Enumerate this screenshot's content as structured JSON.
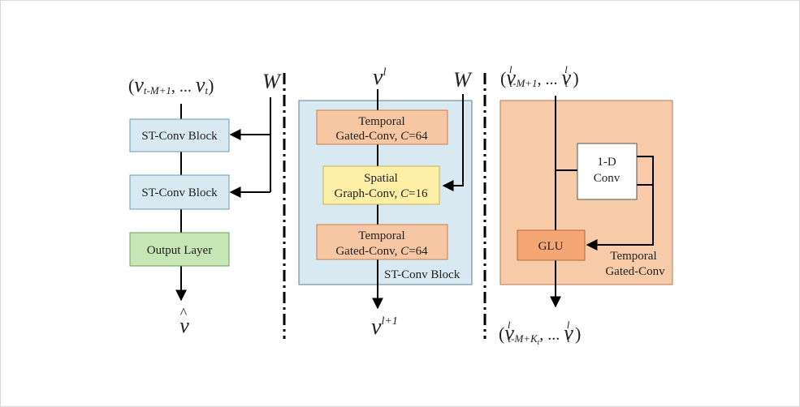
{
  "colors": {
    "stconv_fill": "#d8e9f1",
    "output_fill": "#c7e6b5",
    "temporal_fill": "#f7c6a3",
    "spatial_fill": "#fdefa6",
    "glu_fill": "#f5a675",
    "conv_fill": "#ffffff",
    "panel_blue": "#d8e9f1",
    "panel_orange": "#f8cba8",
    "line": "#000000"
  },
  "left": {
    "input_open": "(",
    "input_v1": "v",
    "input_sub1": "t-M+1",
    "input_mid": ", ... ",
    "input_v2": "v",
    "input_sub2": "t",
    "input_close": ")",
    "weight": "W",
    "block1": "ST-Conv Block",
    "block2": "ST-Conv Block",
    "output_layer": "Output Layer",
    "output_v": "v",
    "output_hat": "^"
  },
  "middle": {
    "in_v": "v",
    "in_sup": "l",
    "weight": "W",
    "temporal1_line1": "Temporal",
    "temporal1_line2_pre": "Gated-Conv, ",
    "temporal1_c": "C",
    "temporal1_val": "=64",
    "spatial_line1": "Spatial",
    "spatial_line2_pre": "Graph-Conv, ",
    "spatial_c": "C",
    "spatial_val": "=16",
    "temporal2_line1": "Temporal",
    "temporal2_line2_pre": "Gated-Conv, ",
    "temporal2_c": "C",
    "temporal2_val": "=64",
    "panel_label": "ST-Conv Block",
    "out_v": "v",
    "out_sup": "l+1"
  },
  "right": {
    "in_open": "(",
    "in_v1": "v",
    "in_sup1": "l",
    "in_sub1": "t-M+1",
    "in_mid": ", ... ",
    "in_v2": "v",
    "in_sup2": "l",
    "in_sub2": "t",
    "in_close": ")",
    "conv_line1": "1-D",
    "conv_line2": "Conv",
    "glu": "GLU",
    "panel_label_line1": "Temporal",
    "panel_label_line2": "Gated-Conv",
    "out_open": "(",
    "out_v1": "v",
    "out_sup1": "l",
    "out_sub1": "t-M+K",
    "out_sub1_sub": "t",
    "out_mid": ", ... ",
    "out_v2": "v",
    "out_sup2": "l",
    "out_sub2": "t",
    "out_close": ")"
  }
}
